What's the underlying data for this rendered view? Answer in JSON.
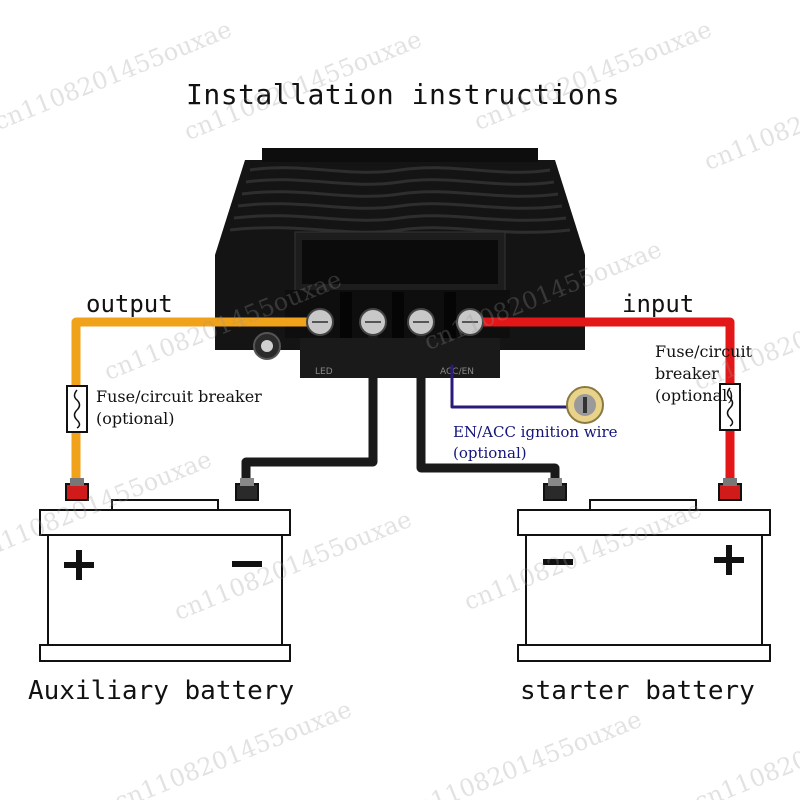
{
  "title": "Installation instructions",
  "labels": {
    "output": "output",
    "input": "input",
    "fuse_left": "Fuse/circuit breaker\n(optional)",
    "fuse_right": "Fuse/circuit\nbreaker\n(optional)",
    "en_acc": "EN/ACC ignition wire\n(optional)",
    "auxiliary_battery": "Auxiliary battery",
    "starter_battery": "starter battery"
  },
  "device_markings": {
    "led": "LED",
    "acc": "ACC/EN"
  },
  "watermark": "cn1108201455ouxae",
  "colors": {
    "output_wire": "#f0a21a",
    "input_wire": "#e31717",
    "ground_wire": "#1a1a1a",
    "en_wire": "#2a1a7a",
    "device_body": "#111111"
  }
}
